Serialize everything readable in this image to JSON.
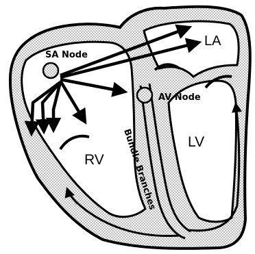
{
  "diagram": {
    "labels": {
      "sa_node": "SA Node",
      "av_node": "AV Node",
      "la": "LA",
      "lv": "LV",
      "rv": "RV",
      "bundle_branches": "Bundle Branches"
    },
    "colors": {
      "stroke": "#000000",
      "background": "#ffffff",
      "wall_fill": "#d6d6d6",
      "node_fill": "#9a9a9a"
    }
  }
}
